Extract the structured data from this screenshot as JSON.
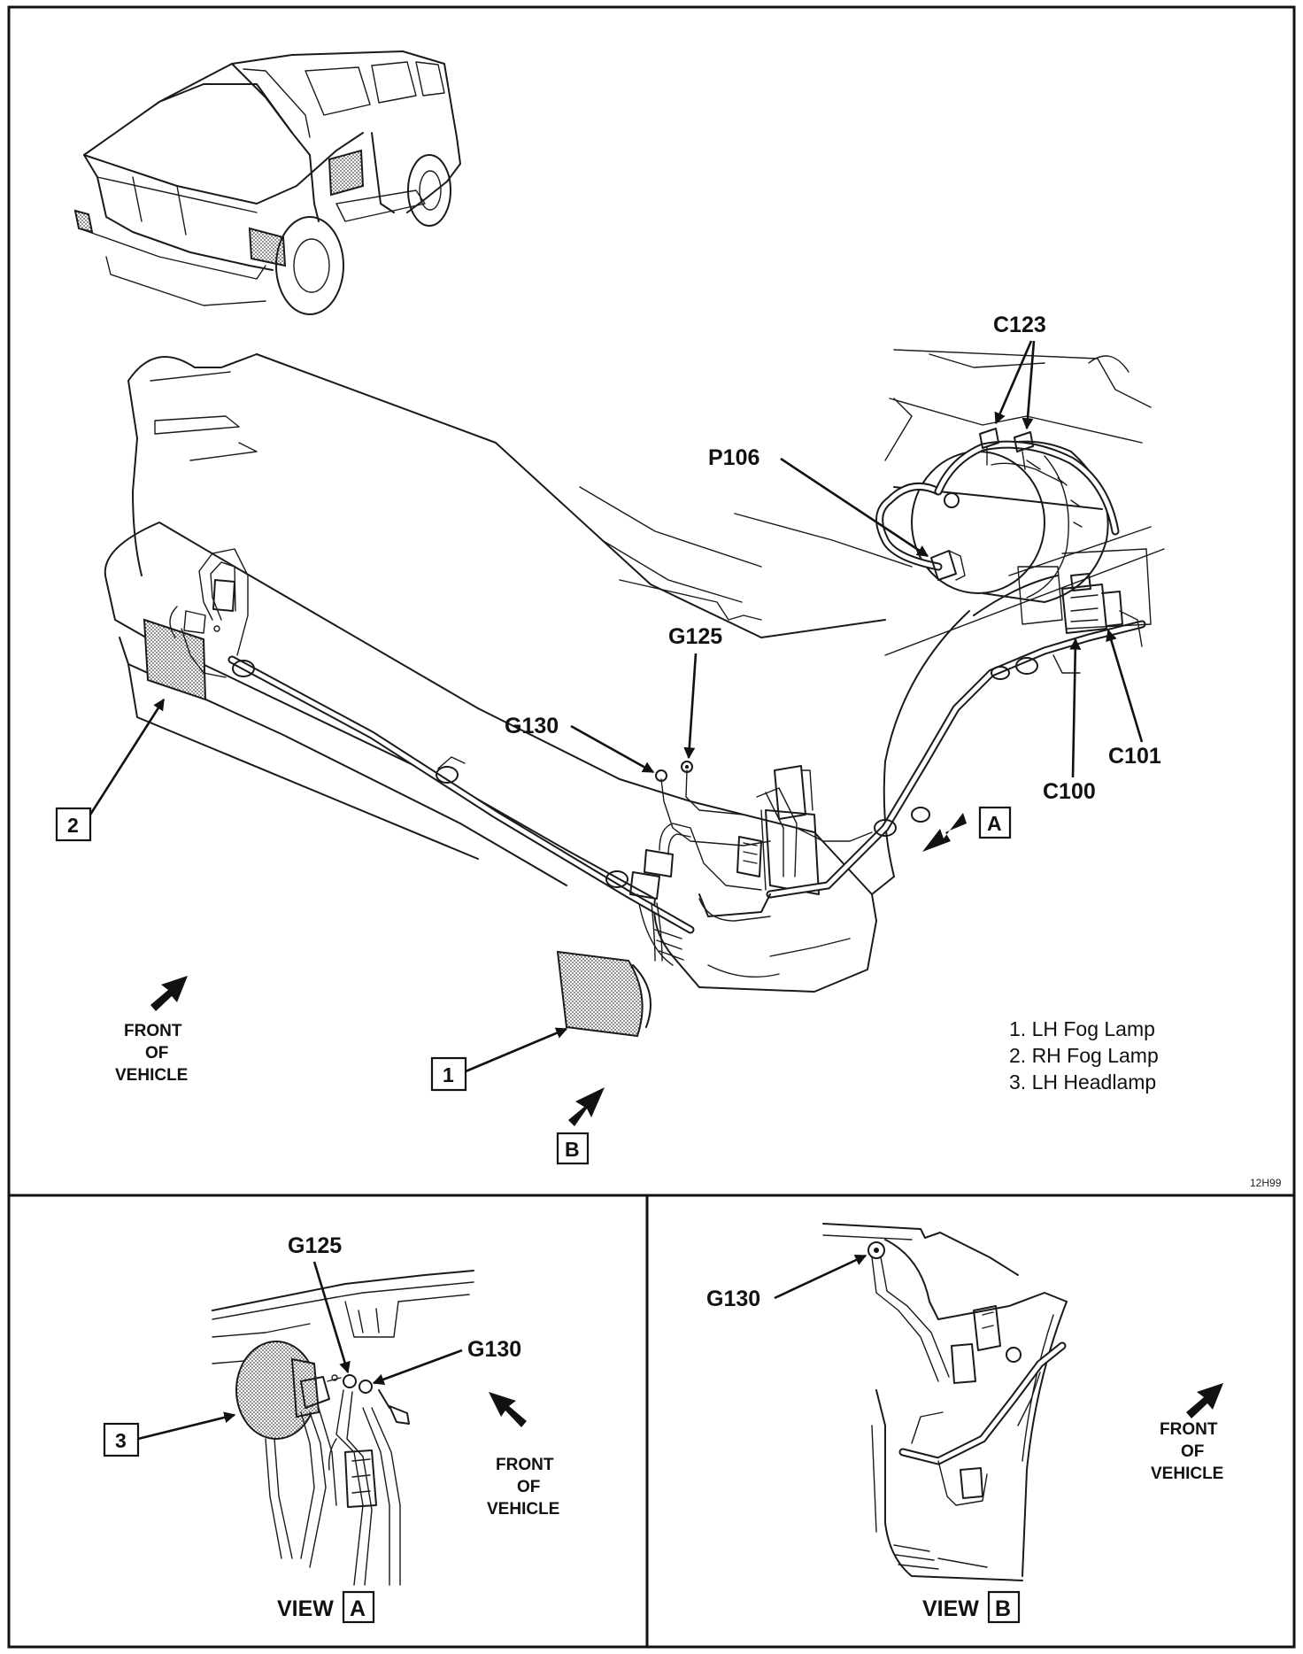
{
  "labels": {
    "c123": "C123",
    "p106": "P106",
    "g125": "G125",
    "g130": "G130",
    "c101": "C101",
    "c100": "C100"
  },
  "callouts": {
    "one": "1",
    "two": "2",
    "three": "3",
    "a": "A",
    "b": "B"
  },
  "front_of_vehicle": {
    "line1": "FRONT",
    "line2": "OF",
    "line3": "VEHICLE"
  },
  "legend": [
    "1.  LH Fog Lamp",
    "2.  RH Fog Lamp",
    "3.  LH Headlamp"
  ],
  "drawing_code": "12H99",
  "view_a": {
    "word": "VIEW",
    "letter": "A",
    "g125": "G125",
    "g130": "G130"
  },
  "view_b": {
    "word": "VIEW",
    "letter": "B",
    "g130": "G130"
  }
}
